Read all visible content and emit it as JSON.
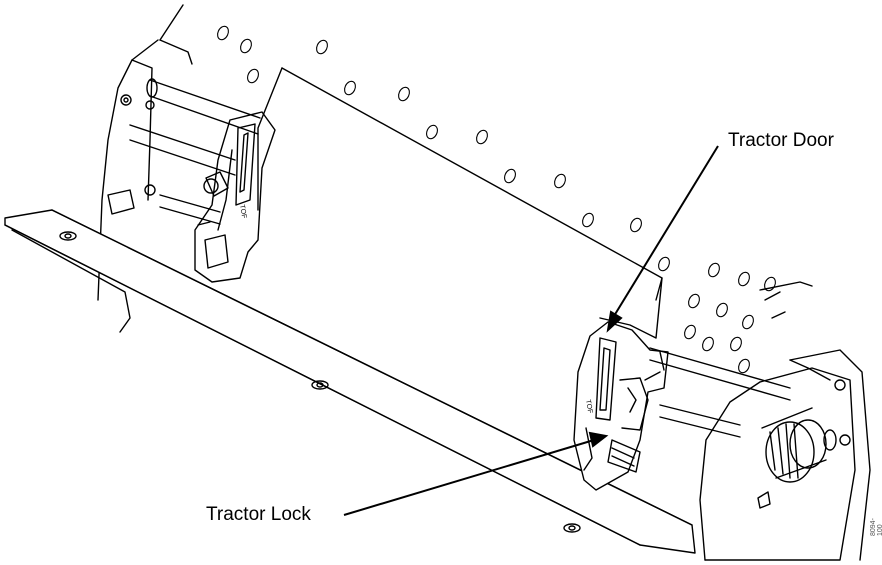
{
  "labels": {
    "tractor_door": "Tractor Door",
    "tractor_lock": "Tractor Lock",
    "left_tractor_marks": "TOF",
    "right_tractor_marks": "TOF",
    "figure_id": "8094-100"
  },
  "colors": {
    "line": "#000000",
    "paper": "#ffffff",
    "gray": "#9a9a9a"
  }
}
